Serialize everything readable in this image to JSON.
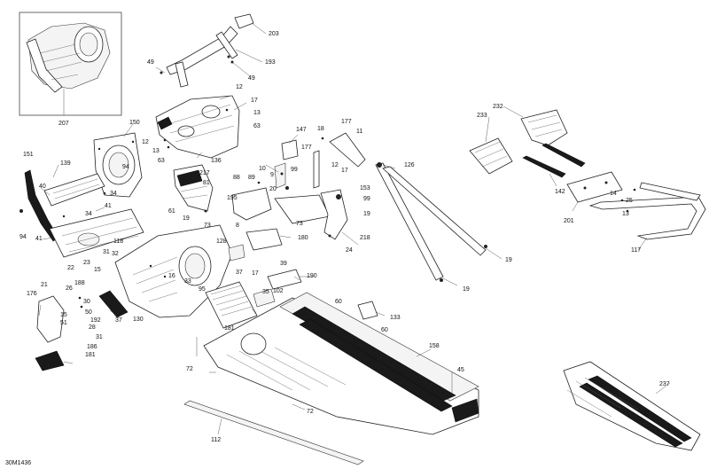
{
  "figure_code": "30M1436",
  "callouts": [
    {
      "id": "c203",
      "text": "203"
    },
    {
      "id": "c49a",
      "text": "49"
    },
    {
      "id": "c193",
      "text": "193"
    },
    {
      "id": "c49b",
      "text": "49"
    },
    {
      "id": "c207",
      "text": "207"
    },
    {
      "id": "c12a",
      "text": "12"
    },
    {
      "id": "c17a",
      "text": "17"
    },
    {
      "id": "c13a",
      "text": "13"
    },
    {
      "id": "c63a",
      "text": "63"
    },
    {
      "id": "c150",
      "text": "150"
    },
    {
      "id": "c12b",
      "text": "12"
    },
    {
      "id": "c13b",
      "text": "13"
    },
    {
      "id": "c63b",
      "text": "63"
    },
    {
      "id": "c136",
      "text": "136"
    },
    {
      "id": "c94a",
      "text": "94"
    },
    {
      "id": "c151",
      "text": "151"
    },
    {
      "id": "c139",
      "text": "139"
    },
    {
      "id": "c40",
      "text": "40"
    },
    {
      "id": "c34a",
      "text": "34"
    },
    {
      "id": "c34b",
      "text": "34"
    },
    {
      "id": "c41a",
      "text": "41"
    },
    {
      "id": "c94b",
      "text": "94"
    },
    {
      "id": "c41b",
      "text": "41"
    },
    {
      "id": "c118",
      "text": "118"
    },
    {
      "id": "c217",
      "text": "217"
    },
    {
      "id": "c81",
      "text": "81"
    },
    {
      "id": "c61",
      "text": "61"
    },
    {
      "id": "c19a",
      "text": "19"
    },
    {
      "id": "c147",
      "text": "147"
    },
    {
      "id": "c10",
      "text": "10"
    },
    {
      "id": "c9",
      "text": "9"
    },
    {
      "id": "c99a",
      "text": "99"
    },
    {
      "id": "c20",
      "text": "20"
    },
    {
      "id": "c88",
      "text": "88"
    },
    {
      "id": "c89",
      "text": "89"
    },
    {
      "id": "c195",
      "text": "195"
    },
    {
      "id": "c18",
      "text": "18"
    },
    {
      "id": "c177a",
      "text": "177"
    },
    {
      "id": "c11",
      "text": "11"
    },
    {
      "id": "c177b",
      "text": "177"
    },
    {
      "id": "c12c",
      "text": "12"
    },
    {
      "id": "c17b",
      "text": "17"
    },
    {
      "id": "c153",
      "text": "153"
    },
    {
      "id": "c99b",
      "text": "99"
    },
    {
      "id": "c19b",
      "text": "19"
    },
    {
      "id": "c218",
      "text": "218"
    },
    {
      "id": "c24",
      "text": "24"
    },
    {
      "id": "c126",
      "text": "126"
    },
    {
      "id": "c19c",
      "text": "19"
    },
    {
      "id": "c19d",
      "text": "19"
    },
    {
      "id": "c73a",
      "text": "73"
    },
    {
      "id": "c73b",
      "text": "73"
    },
    {
      "id": "c8",
      "text": "8"
    },
    {
      "id": "c180",
      "text": "180"
    },
    {
      "id": "c128",
      "text": "128"
    },
    {
      "id": "c31a",
      "text": "31"
    },
    {
      "id": "c32",
      "text": "32"
    },
    {
      "id": "c23",
      "text": "23"
    },
    {
      "id": "c15a",
      "text": "15"
    },
    {
      "id": "c22",
      "text": "22"
    },
    {
      "id": "c16",
      "text": "16"
    },
    {
      "id": "c33",
      "text": "33"
    },
    {
      "id": "c17c",
      "text": "17"
    },
    {
      "id": "c37a",
      "text": "37"
    },
    {
      "id": "c39",
      "text": "39"
    },
    {
      "id": "c190",
      "text": "190"
    },
    {
      "id": "c95",
      "text": "95"
    },
    {
      "id": "c35",
      "text": "35"
    },
    {
      "id": "c102",
      "text": "102"
    },
    {
      "id": "c176",
      "text": "176"
    },
    {
      "id": "c21",
      "text": "21"
    },
    {
      "id": "c188",
      "text": "188"
    },
    {
      "id": "c26",
      "text": "26"
    },
    {
      "id": "c30",
      "text": "30"
    },
    {
      "id": "c15b",
      "text": "15"
    },
    {
      "id": "c50",
      "text": "50"
    },
    {
      "id": "c51",
      "text": "51"
    },
    {
      "id": "c192",
      "text": "192"
    },
    {
      "id": "c28",
      "text": "28"
    },
    {
      "id": "c37b",
      "text": "37"
    },
    {
      "id": "c130",
      "text": "130"
    },
    {
      "id": "c31b",
      "text": "31"
    },
    {
      "id": "c186",
      "text": "186"
    },
    {
      "id": "c181a",
      "text": "181"
    },
    {
      "id": "c181b",
      "text": "181"
    },
    {
      "id": "c60a",
      "text": "60"
    },
    {
      "id": "c133",
      "text": "133"
    },
    {
      "id": "c60b",
      "text": "60"
    },
    {
      "id": "c158",
      "text": "158"
    },
    {
      "id": "c45",
      "text": "45"
    },
    {
      "id": "c72a",
      "text": "72"
    },
    {
      "id": "c72b",
      "text": "72"
    },
    {
      "id": "c112",
      "text": "112"
    },
    {
      "id": "c232",
      "text": "232"
    },
    {
      "id": "c233",
      "text": "233"
    },
    {
      "id": "c142",
      "text": "142"
    },
    {
      "id": "c14",
      "text": "14"
    },
    {
      "id": "c25",
      "text": "25"
    },
    {
      "id": "c13c",
      "text": "13"
    },
    {
      "id": "c201",
      "text": "201"
    },
    {
      "id": "c117",
      "text": "117"
    },
    {
      "id": "c237",
      "text": "237"
    }
  ]
}
